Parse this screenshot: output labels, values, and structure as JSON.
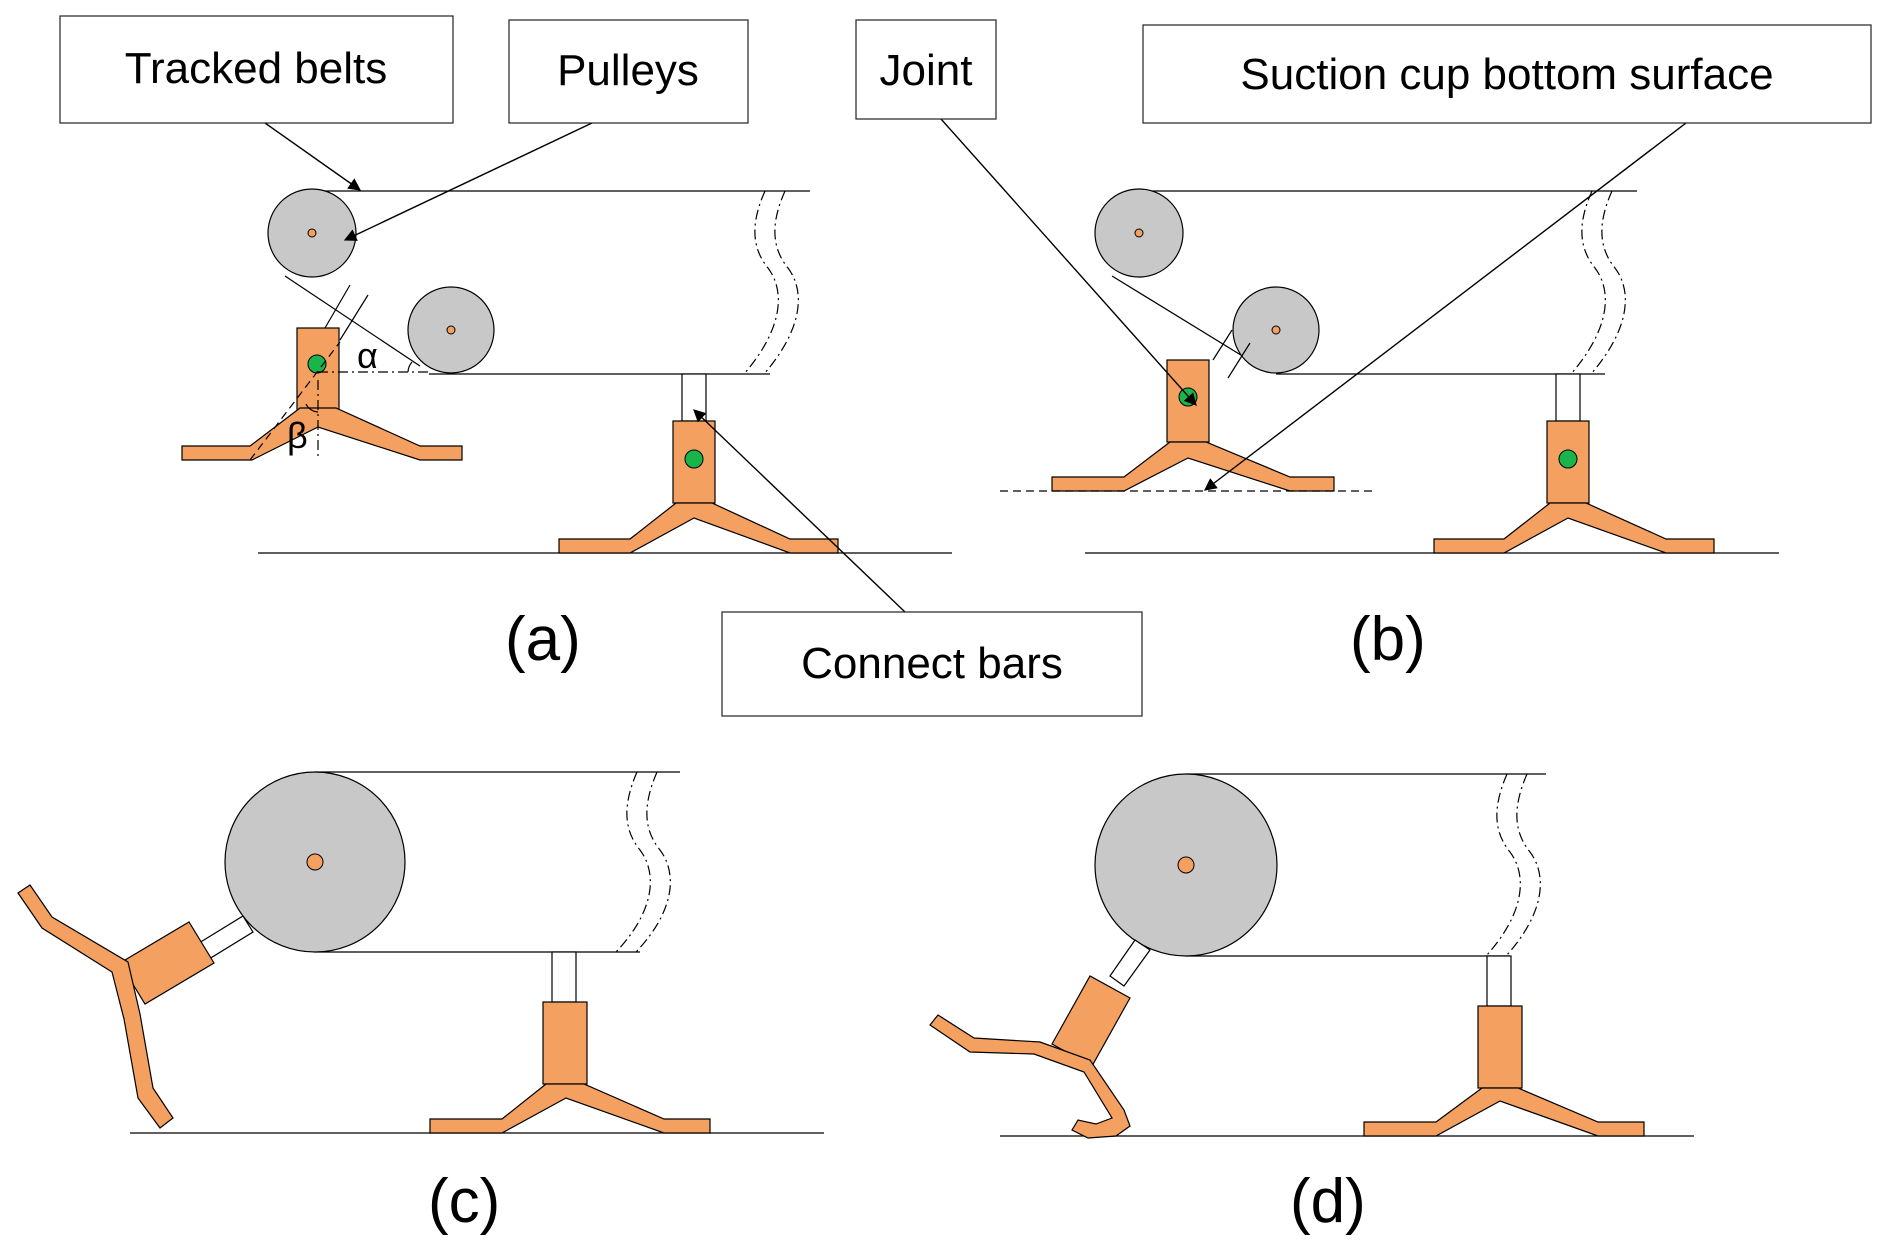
{
  "callouts": {
    "tracked_belts": "Tracked belts",
    "pulleys": "Pulleys",
    "joint": "Joint",
    "suction_cup_bottom_surface": "Suction cup bottom surface",
    "connect_bars": "Connect bars"
  },
  "symbols": {
    "alpha": "α",
    "beta": "β"
  },
  "panels": {
    "a": "(a)",
    "b": "(b)",
    "c": "(c)",
    "d": "(d)"
  },
  "colors": {
    "pulley_gray": "#c8c8c8",
    "suction_cup_orange": "#f4a060",
    "joint_green": "#1ab54a"
  }
}
